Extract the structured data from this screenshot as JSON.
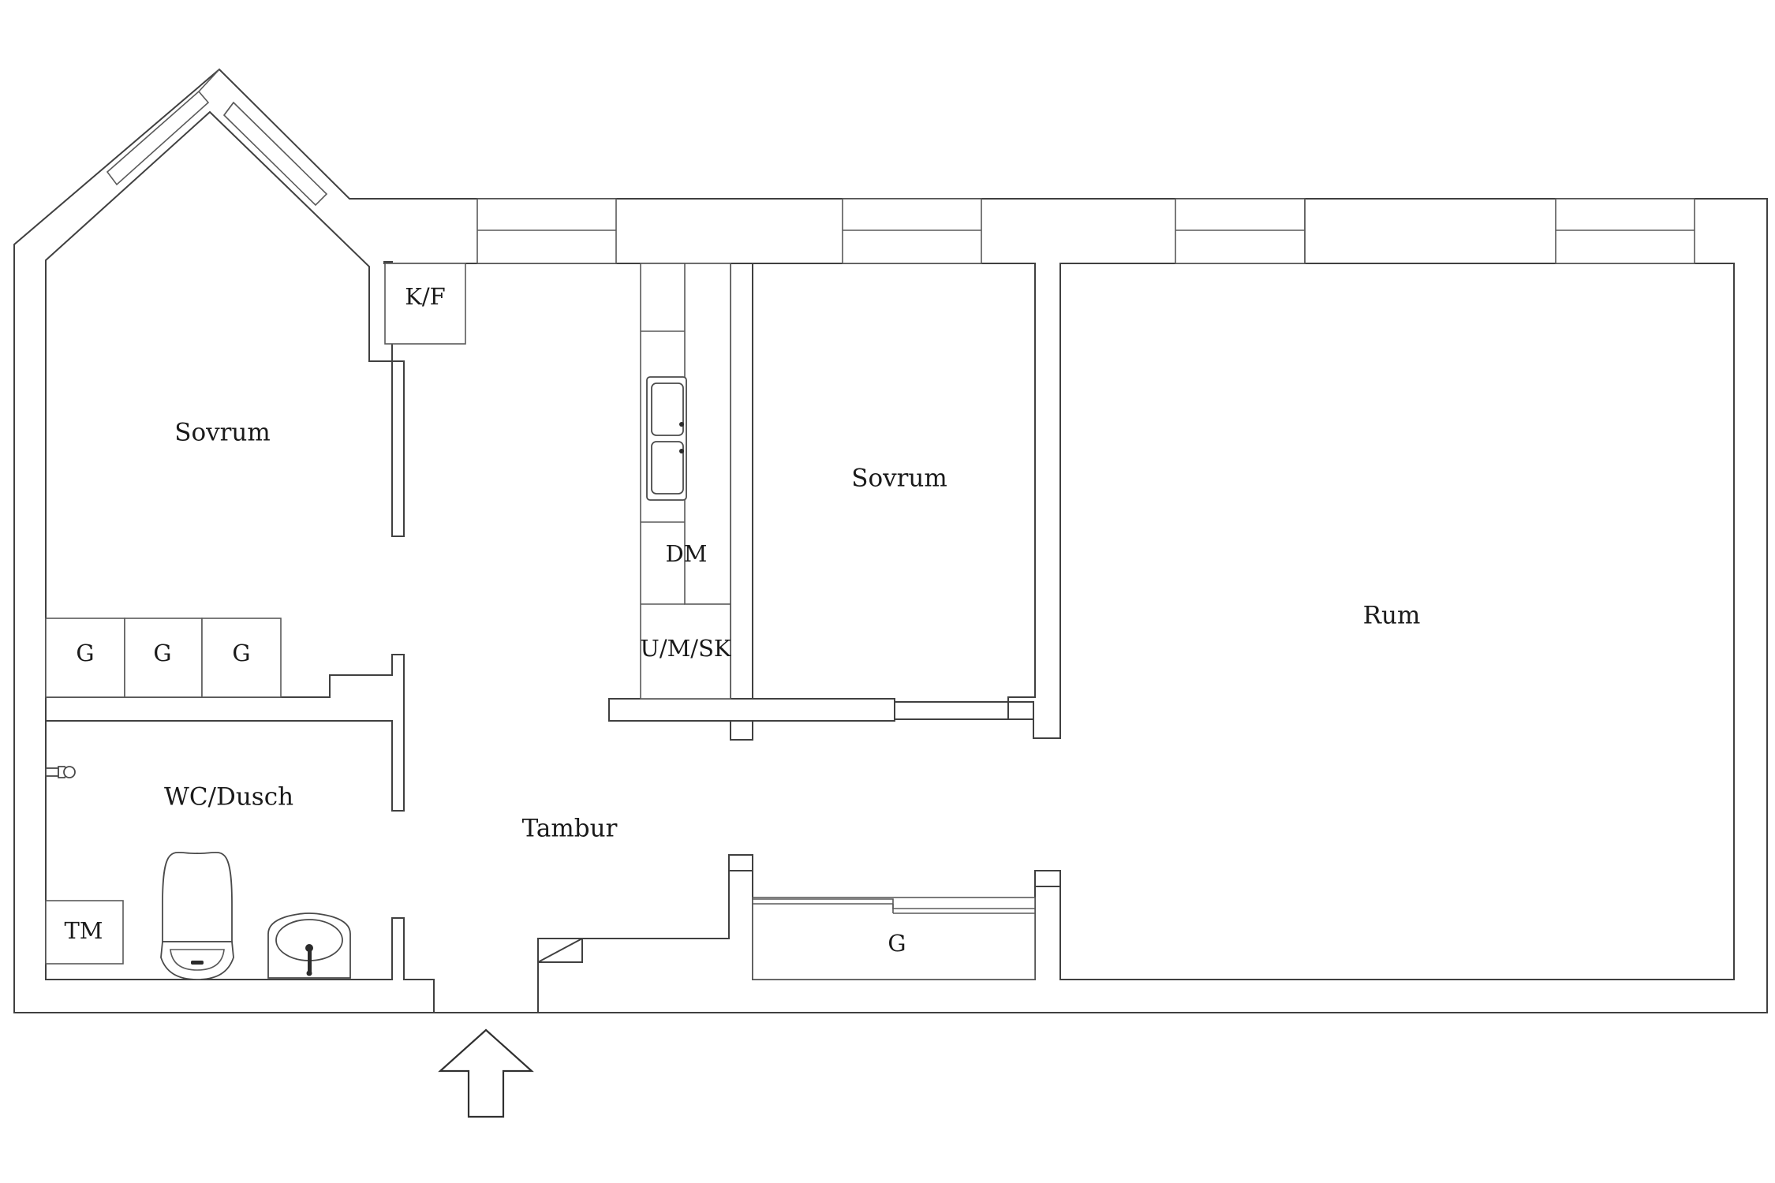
{
  "floorplan": {
    "rooms": {
      "bedroom_left": "Sovrum",
      "bedroom_middle": "Sovrum",
      "living_room": "Rum",
      "bathroom": "WC/Dusch",
      "hallway": "Tambur"
    },
    "fixtures": {
      "fridge_freezer": "K/F",
      "dishwasher": "DM",
      "oven_microwave_cabinet": "U/M/SK",
      "washing_machine": "TM",
      "wardrobe_1": "G",
      "wardrobe_2": "G",
      "wardrobe_3": "G",
      "wardrobe_hall": "G"
    },
    "icons": {
      "entrance": "entrance-arrow-icon",
      "toilet": "toilet-icon",
      "sink": "washbasin-icon",
      "shower": "shower-head-icon",
      "kitchen_sink": "kitchen-sink-icon"
    }
  }
}
